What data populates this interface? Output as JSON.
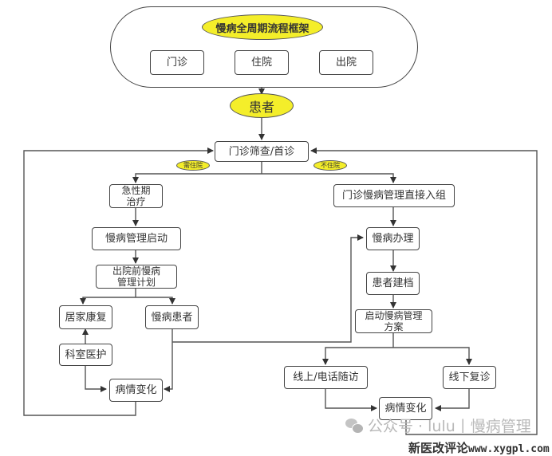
{
  "title": "慢病全周期流程框架",
  "top_flow": [
    "门诊",
    "住院",
    "出院"
  ],
  "patient_label": "患者",
  "screening": "门诊筛查/首诊",
  "branch_labels": {
    "need_admission": "需住院",
    "no_admission": "不住院"
  },
  "left_branch": {
    "acute": "急性期\n治疗",
    "start": "慢病管理启动",
    "discharge_plan": "出院前慢病\n管理计划",
    "home_rehab": "居家康复",
    "chronic_patient": "慢病患者",
    "dept_care": "科室医护",
    "change": "病情变化"
  },
  "right_branch": {
    "direct_enroll": "门诊慢病管理直接入组",
    "handle": "慢病办理",
    "profile": "患者建档",
    "start_plan": "启动慢病管理\n方案",
    "online_followup": "线上/电话随访",
    "offline_visit": "线下复诊",
    "change": "病情变化"
  },
  "watermark": {
    "text": "公众号 · lulu丨慢病管理",
    "icon": "wechat-icon"
  },
  "site_mark": {
    "cn": "新医改评论",
    "url": "www.xygpl.com"
  },
  "colors": {
    "highlight": "#f4ee2a",
    "line": "#444444"
  }
}
